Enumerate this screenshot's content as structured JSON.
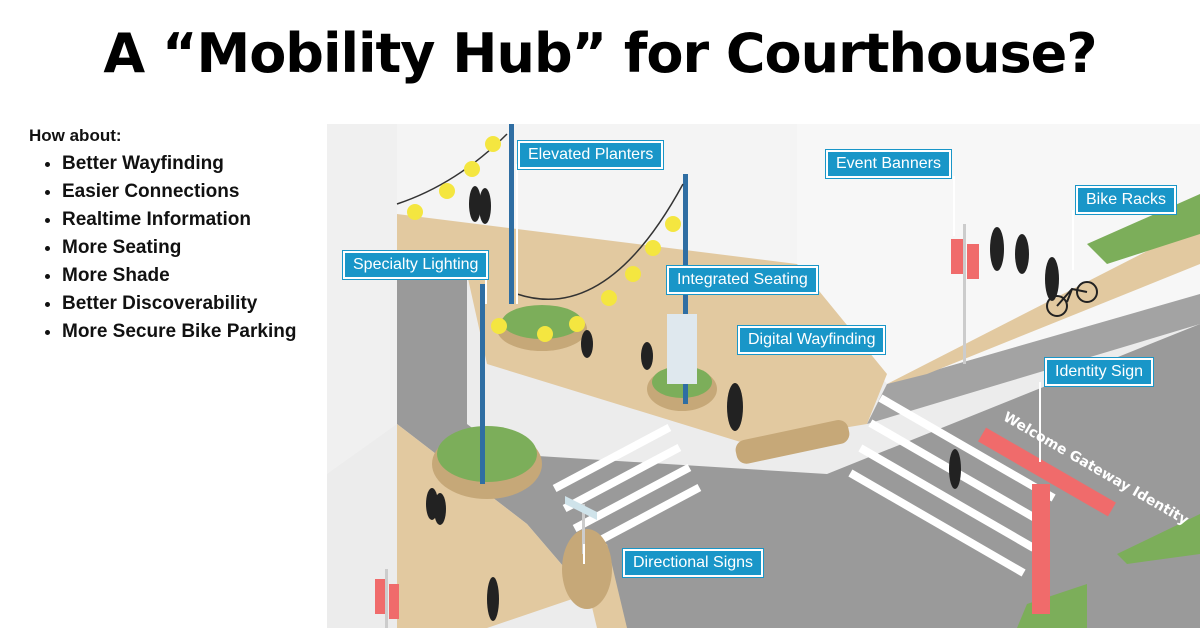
{
  "title": "A “Mobility Hub” for Courthouse?",
  "intro": "How about:",
  "points": [
    "Better Wayfinding",
    "Easier Connections",
    "Realtime Information",
    "More Seating",
    "More Shade",
    "Better Discoverability",
    "More Secure Bike Parking"
  ],
  "illustration": {
    "labels": {
      "elevated_planters": "Elevated Planters",
      "event_banners": "Event Banners",
      "bike_racks": "Bike Racks",
      "specialty_lighting": "Specialty Lighting",
      "integrated_seating": "Integrated Seating",
      "digital_wayfinding": "Digital Wayfinding",
      "identity_sign": "Identity Sign",
      "directional_signs": "Directional Signs"
    },
    "sign_lettering": "Welcome Gateway Identity",
    "colors": {
      "label": "#1996c8",
      "sign": "#f06b6b",
      "road": "#9a9a9a",
      "sidewalk": "#e2c9a0",
      "planter": "#c6a878",
      "light": "#f4e640"
    }
  }
}
